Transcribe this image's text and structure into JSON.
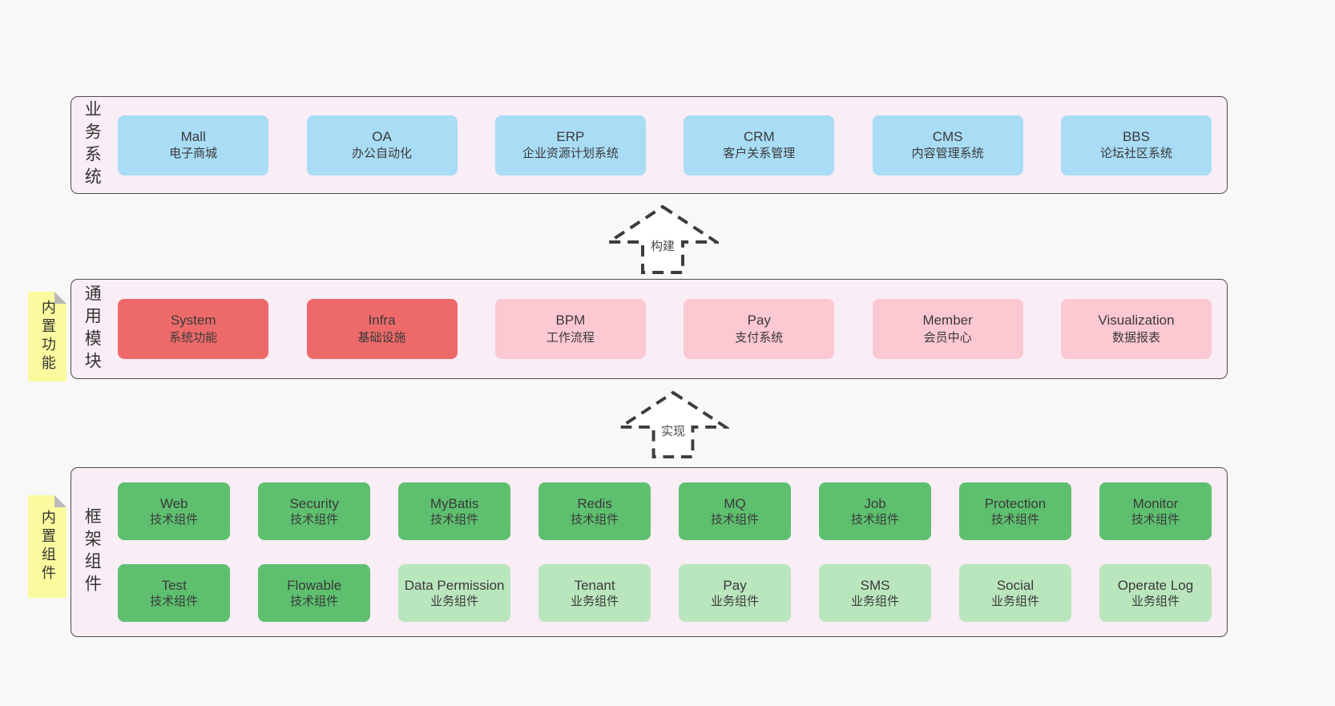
{
  "colors": {
    "page_bg": "#f8f8f8",
    "band_bg": "#f9edf6",
    "band_border": "#4c4c4c",
    "blue": "#a9dcf5",
    "red": "#ee6a6a",
    "pink": "#fcc8d2",
    "green_dark": "#5ec06f",
    "green_light": "#bae6be",
    "sticky_yellow": "#fbfa9e",
    "sticky_fold": "#b9b9b9",
    "text": "#3a3a3a"
  },
  "bands": [
    {
      "label": "业务系统",
      "boxes": [
        {
          "name": "Mall",
          "desc": "电子商城",
          "variant": "blue"
        },
        {
          "name": "OA",
          "desc": "办公自动化",
          "variant": "blue"
        },
        {
          "name": "ERP",
          "desc": "企业资源计划系统",
          "variant": "blue"
        },
        {
          "name": "CRM",
          "desc": "客户关系管理",
          "variant": "blue"
        },
        {
          "name": "CMS",
          "desc": "内容管理系统",
          "variant": "blue"
        },
        {
          "name": "BBS",
          "desc": "论坛社区系统",
          "variant": "blue"
        }
      ]
    },
    {
      "label": "通用模块",
      "sticky": "内置功能",
      "boxes": [
        {
          "name": "System",
          "desc": "系统功能",
          "variant": "red"
        },
        {
          "name": "Infra",
          "desc": "基础设施",
          "variant": "red"
        },
        {
          "name": "BPM",
          "desc": "工作流程",
          "variant": "pink"
        },
        {
          "name": "Pay",
          "desc": "支付系统",
          "variant": "pink"
        },
        {
          "name": "Member",
          "desc": "会员中心",
          "variant": "pink"
        },
        {
          "name": "Visualization",
          "desc": "数据报表",
          "variant": "pink"
        }
      ]
    },
    {
      "label": "框架组件",
      "sticky": "内置组件",
      "rows": [
        {
          "boxes": [
            {
              "name": "Web",
              "desc": "技术组件",
              "variant": "green-dark"
            },
            {
              "name": "Security",
              "desc": "技术组件",
              "variant": "green-dark"
            },
            {
              "name": "MyBatis",
              "desc": "技术组件",
              "variant": "green-dark"
            },
            {
              "name": "Redis",
              "desc": "技术组件",
              "variant": "green-dark"
            },
            {
              "name": "MQ",
              "desc": "技术组件",
              "variant": "green-dark"
            },
            {
              "name": "Job",
              "desc": "技术组件",
              "variant": "green-dark"
            },
            {
              "name": "Protection",
              "desc": "技术组件",
              "variant": "green-dark"
            },
            {
              "name": "Monitor",
              "desc": "技术组件",
              "variant": "green-dark"
            }
          ]
        },
        {
          "boxes": [
            {
              "name": "Test",
              "desc": "技术组件",
              "variant": "green-dark"
            },
            {
              "name": "Flowable",
              "desc": "技术组件",
              "variant": "green-dark"
            },
            {
              "name": "Data Permission",
              "desc": "业务组件",
              "variant": "green-light"
            },
            {
              "name": "Tenant",
              "desc": "业务组件",
              "variant": "green-light"
            },
            {
              "name": "Pay",
              "desc": "业务组件",
              "variant": "green-light"
            },
            {
              "name": "SMS",
              "desc": "业务组件",
              "variant": "green-light"
            },
            {
              "name": "Social",
              "desc": "业务组件",
              "variant": "green-light"
            },
            {
              "name": "Operate Log",
              "desc": "业务组件",
              "variant": "green-light"
            }
          ]
        }
      ]
    }
  ],
  "arrows": [
    {
      "label": "构建"
    },
    {
      "label": "实现"
    }
  ]
}
